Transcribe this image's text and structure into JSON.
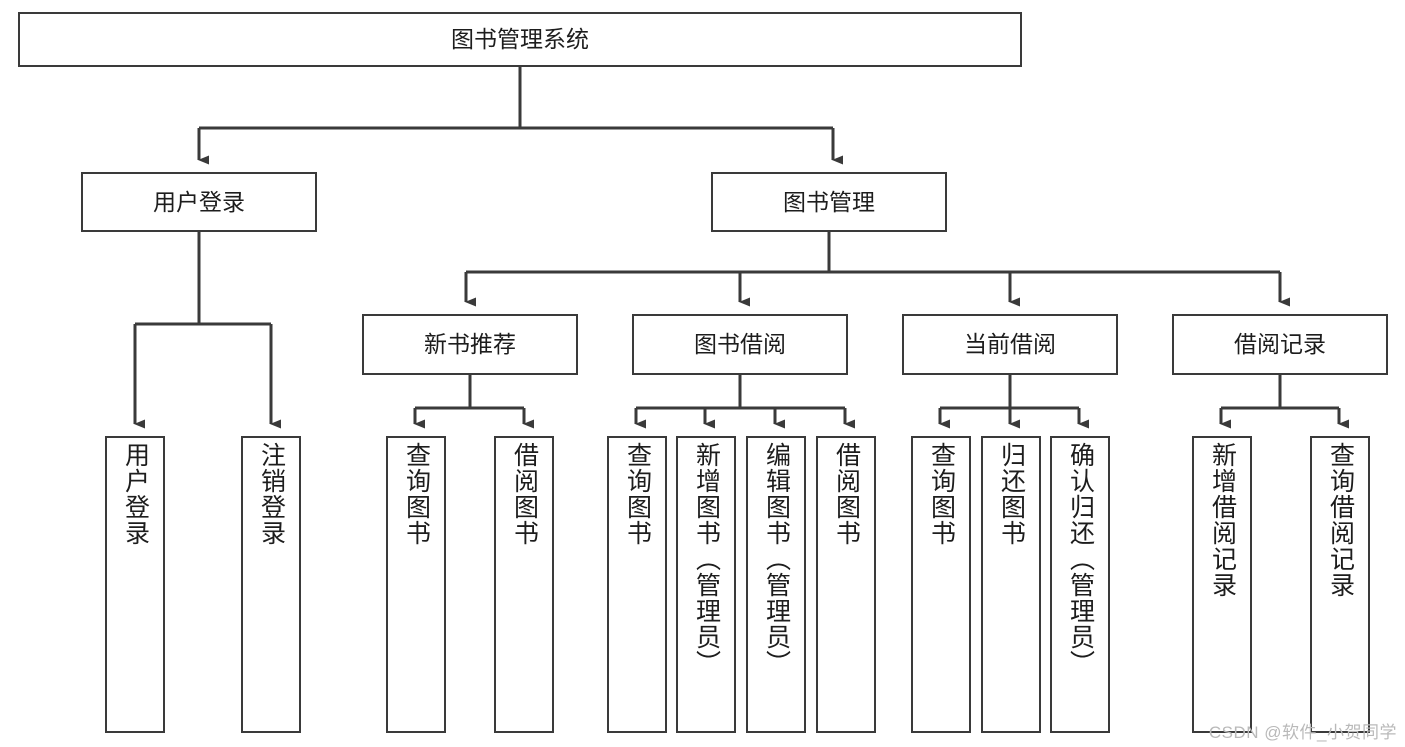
{
  "diagram": {
    "title": "图书管理系统",
    "type": "tree-hierarchy-chart",
    "watermark": "CSDN @软件_小贺同学",
    "colors": {
      "box_border": "#3a3a3a",
      "box_fill": "#ffffff",
      "connector": "#3a3a3a",
      "text": "#1d1d1d",
      "watermark": "#b9b9b9"
    },
    "root": {
      "label": "图书管理系统"
    },
    "level2": [
      {
        "label": "用户登录"
      },
      {
        "label": "图书管理"
      }
    ],
    "level3": [
      {
        "label": "新书推荐"
      },
      {
        "label": "图书借阅"
      },
      {
        "label": "当前借阅"
      },
      {
        "label": "借阅记录"
      }
    ],
    "leaves": {
      "user_login": [
        {
          "label": "用户登录"
        },
        {
          "label": "注销登录"
        }
      ],
      "new_book_recommend": [
        {
          "label": "查询图书"
        },
        {
          "label": "借阅图书"
        }
      ],
      "book_borrow": [
        {
          "label": "查询图书"
        },
        {
          "label": "新增图书（管理员）"
        },
        {
          "label": "编辑图书（管理员）"
        },
        {
          "label": "借阅图书"
        }
      ],
      "current_borrow": [
        {
          "label": "查询图书"
        },
        {
          "label": "归还图书"
        },
        {
          "label": "确认归还（管理员）"
        }
      ],
      "borrow_record": [
        {
          "label": "新增借阅记录"
        },
        {
          "label": "查询借阅记录"
        }
      ]
    }
  }
}
